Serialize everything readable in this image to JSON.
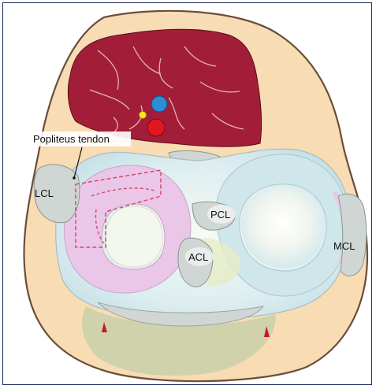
{
  "labels": {
    "popliteus_tendon": "Popliteus tendon",
    "lcl": "LCL",
    "pcl": "PCL",
    "mcl": "MCL",
    "acl": "ACL"
  },
  "colors": {
    "skin": "#f7dcb4",
    "skin_outline": "#6a4d3a",
    "muscle": "#a21e38",
    "menisci_pink": "#eac7e8",
    "tibial_plateau": "#d9ecef",
    "cartilage_white": "#f4f7ee",
    "ligament_grey": "#cfd6d3",
    "vessel_blue": "#2b8fd6",
    "vessel_red": "#e1161e",
    "nerve_yellow": "#f5e61a",
    "dashed_outline": "#d24a6c"
  }
}
